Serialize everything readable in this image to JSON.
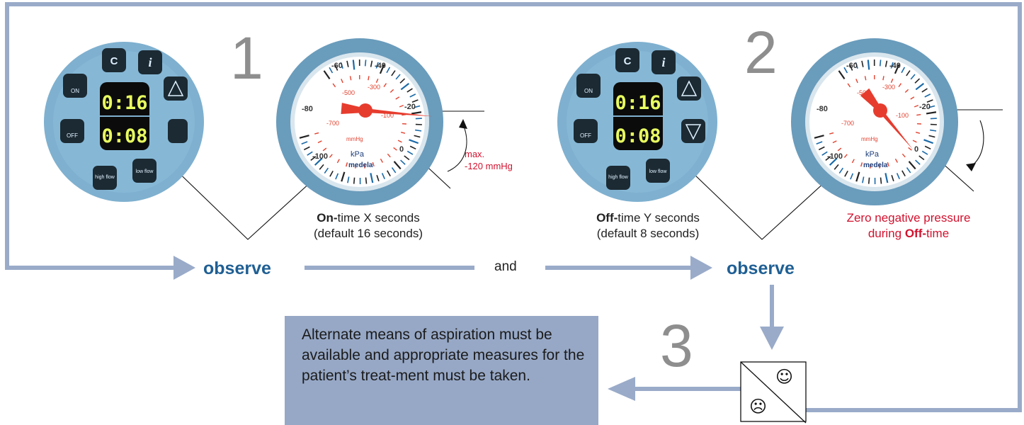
{
  "steps": {
    "one": "1",
    "two": "2",
    "three": "3"
  },
  "device1": {
    "time_on": "0:16",
    "time_off": "0:08"
  },
  "device2": {
    "time_on": "0:16",
    "time_off": "0:08"
  },
  "buttons": {
    "clear": "C",
    "info": "i",
    "on": "ON",
    "off": "OFF",
    "high_flow": "high flow",
    "low_flow": "low flow"
  },
  "gauge": {
    "outer_ticks": [
      "-60",
      "-40",
      "-20",
      "-80",
      "-100",
      "0"
    ],
    "inner_ticks": [
      "-300",
      "-500",
      "-100",
      "-700"
    ],
    "unit_inner": "mmHg",
    "unit_outer": "kPa",
    "brand": "medela"
  },
  "gauge1_reading_mmHg": -120,
  "gauge2_reading_mmHg": 0,
  "captions": {
    "on_bold": "On-",
    "on_rest": "time X seconds",
    "on_default": "(default 16 seconds)",
    "off_bold": "Off-",
    "off_rest": "time Y seconds",
    "off_default": "(default 8 seconds)",
    "zero_line1": "Zero negative pressure",
    "zero_during": "during",
    "zero_bold": "Off-",
    "zero_time": "time",
    "max_line1": "max.",
    "max_line2": "-120 mmHg"
  },
  "flow": {
    "observe1": "observe",
    "and": "and",
    "observe2": "observe"
  },
  "note": "Alternate means of aspiration must be available and appropriate measures for the patient’s treat-ment must be taken.",
  "faces": {
    "happy": "☺",
    "sad": "☹"
  },
  "colors": {
    "flow_line": "#9aabc9",
    "observe": "#1f5f94",
    "warning": "#d2122e",
    "device": "#7fb0cf",
    "note_bg": "#97a8c6"
  }
}
